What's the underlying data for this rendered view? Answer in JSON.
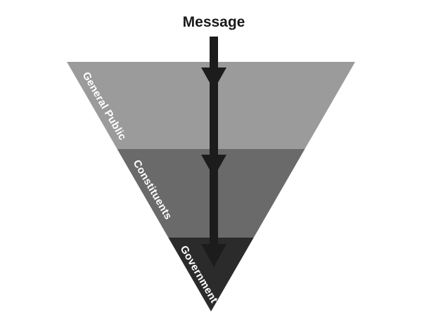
{
  "title": "Message",
  "diagram_type": "inverted-funnel",
  "layers": [
    {
      "label": "General Public",
      "color": "#9b9b9b"
    },
    {
      "label": "Constituents",
      "color": "#6a6a6a"
    },
    {
      "label": "Government",
      "color": "#2b2b2b"
    }
  ],
  "arrow": {
    "color": "#1c1c1c"
  },
  "colors": {
    "background": "#ffffff",
    "title_text": "#1a1a1a",
    "label_text": "#ffffff"
  }
}
